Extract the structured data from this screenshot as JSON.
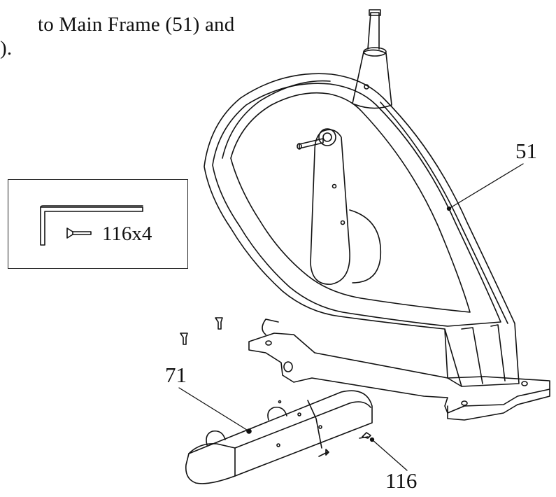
{
  "instruction": {
    "line1": "to Main Frame (51) and",
    "line2": ")."
  },
  "hardware": {
    "label": "116x4"
  },
  "callouts": {
    "main_frame": "51",
    "front_stabilizer": "71",
    "bolt": "116"
  },
  "colors": {
    "ink": "#111111",
    "paper": "#ffffff"
  }
}
